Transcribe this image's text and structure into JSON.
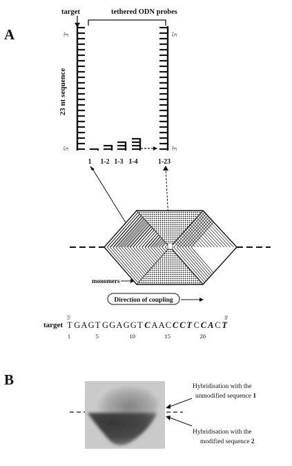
{
  "panel_a": {
    "label": "A",
    "target_label": "target",
    "probes_label": "tethered ODN probes",
    "axis_label": "23 nt sequence",
    "target_end_top": "3'",
    "target_end_bottom": "5'",
    "probe_end_top": "5'",
    "probe_end_bottom": "3'",
    "probe_labels": [
      "1",
      "1-2",
      "1-3",
      "1-4",
      "1-23"
    ],
    "monomers_label": "monomers",
    "direction_label": "Direction of coupling",
    "sequence": {
      "prefix": "target",
      "end_5": "5'",
      "end_3": "3'",
      "bases": [
        "T",
        "G",
        "A",
        "G",
        "T",
        "G",
        "G",
        "A",
        "G",
        "G",
        "T",
        "C",
        "A",
        "A",
        "C",
        "C",
        "C",
        "T",
        "C",
        "C",
        "A",
        "C",
        "T"
      ],
      "modified_positions": [
        12,
        16,
        17,
        18,
        20,
        21,
        23
      ],
      "numbers": [
        "1",
        "5",
        "10",
        "15",
        "20"
      ]
    }
  },
  "panel_b": {
    "label": "B",
    "annotation_top": {
      "line1": "Hybridisation with the",
      "line2": "unmodified sequence",
      "number": "1"
    },
    "annotation_bottom": {
      "line1": "Hybridisation with the",
      "line2": "modified sequence",
      "number": "2"
    }
  }
}
